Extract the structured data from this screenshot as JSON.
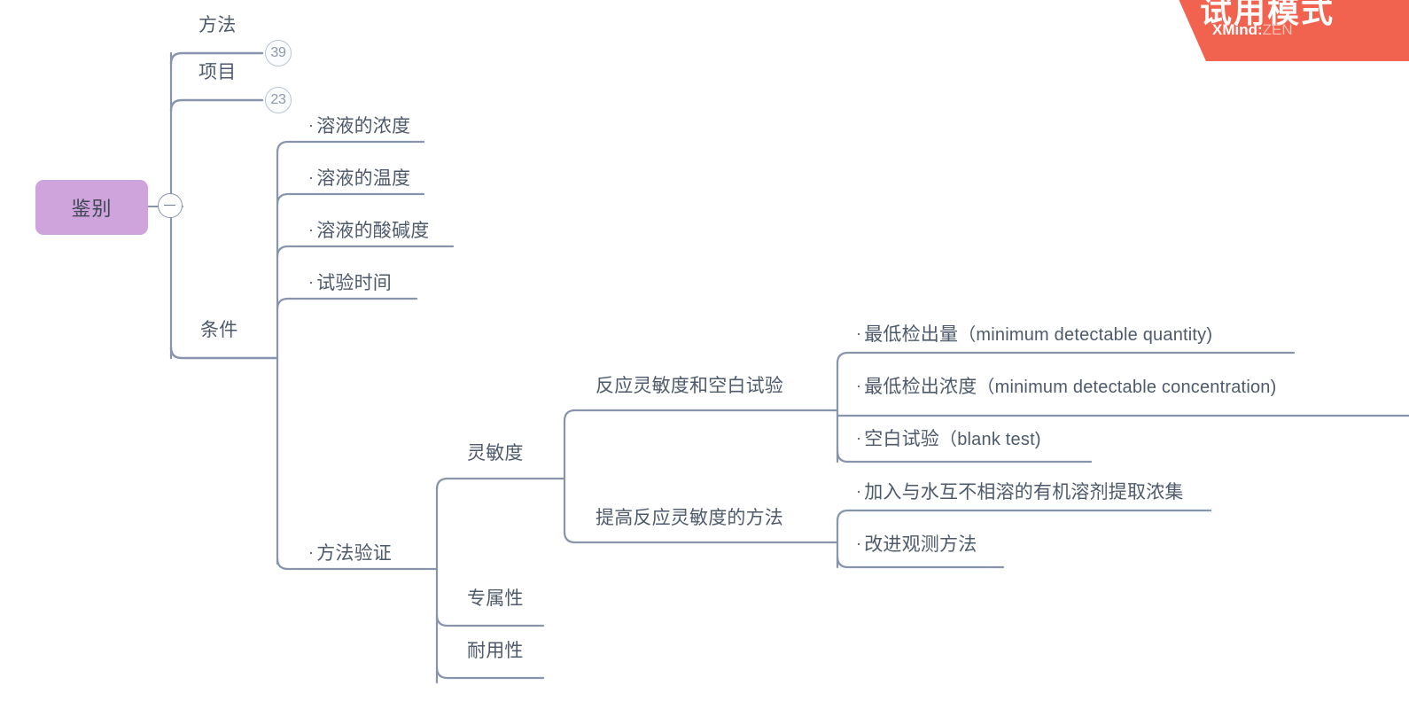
{
  "app": {
    "name": "XMind: ZEN",
    "watermark": {
      "title": "试用模式",
      "brand_bold": "XMind:",
      "brand_light": "ZEN",
      "banner_color": "#f2634f"
    }
  },
  "theme": {
    "root_fill": "#cfa3dc",
    "root_text_color": "#3f4654",
    "line_color": "#8894ab",
    "text_color": "#4e5a6b",
    "badge_border": "#b9c4d4",
    "badge_text": "#8d99ab",
    "background": "#ffffff"
  },
  "controls": {
    "collapse_toggle": "−"
  },
  "mindmap": {
    "root": {
      "label": "鉴别"
    },
    "branches": [
      {
        "id": "fangfa",
        "label": "方法",
        "badge": "39",
        "bullet": false
      },
      {
        "id": "xiangmu",
        "label": "项目",
        "badge": "23",
        "bullet": false
      },
      {
        "id": "tiaojian",
        "label": "条件",
        "badge": null,
        "bullet": false,
        "children": [
          {
            "id": "nongdu",
            "label": "溶液的浓度",
            "bullet": true
          },
          {
            "id": "wendu",
            "label": "溶液的温度",
            "bullet": true
          },
          {
            "id": "suanjian",
            "label": "溶液的酸碱度",
            "bullet": true
          },
          {
            "id": "shijian",
            "label": "试验时间",
            "bullet": true
          },
          {
            "id": "fangfayanzheng",
            "label": "方法验证",
            "bullet": true,
            "children": [
              {
                "id": "lingmindu",
                "label": "灵敏度",
                "bullet": false,
                "children": [
                  {
                    "id": "fanying-lingmindu",
                    "label": "反应灵敏度和空白试验",
                    "bullet": false,
                    "children": [
                      {
                        "id": "min-quantity",
                        "label": "最低检出量（minimum detectable quantity)",
                        "bullet": true
                      },
                      {
                        "id": "min-concentration",
                        "label": "最低检出浓度（minimum detectable concentration)",
                        "bullet": true
                      },
                      {
                        "id": "blank-test",
                        "label": "空白试验（blank test)",
                        "bullet": true
                      }
                    ]
                  },
                  {
                    "id": "tigao-fangfa",
                    "label": "提高反应灵敏度的方法",
                    "bullet": false,
                    "children": [
                      {
                        "id": "youji-rongji",
                        "label": "加入与水互不相溶的有机溶剂提取浓集",
                        "bullet": true
                      },
                      {
                        "id": "gaijin-guance",
                        "label": "改进观测方法",
                        "bullet": true
                      }
                    ]
                  }
                ]
              },
              {
                "id": "zhuanshuxing",
                "label": "专属性",
                "bullet": false
              },
              {
                "id": "naiyongxing",
                "label": "耐用性",
                "bullet": false
              }
            ]
          }
        ]
      }
    ]
  },
  "labels": {
    "fangfa": "方法",
    "xiangmu": "项目",
    "tiaojian": "条件",
    "nongdu": "溶液的浓度",
    "wendu": "溶液的温度",
    "suanjian": "溶液的酸碱度",
    "shijian": "试验时间",
    "fangfayanzheng": "方法验证",
    "lingmindu": "灵敏度",
    "zhuanshuxing": "专属性",
    "naiyongxing": "耐用性",
    "fanying_lingmindu": "反应灵敏度和空白试验",
    "tigao_fangfa": "提高反应灵敏度的方法",
    "min_quantity_cn": "最低检出量",
    "min_quantity_en": "（minimum detectable quantity)",
    "min_concentration_cn": "最低检出浓度",
    "min_concentration_en": "（minimum detectable concentration)",
    "blank_test_cn": "空白试验",
    "blank_test_en": "（blank test)",
    "youji_rongji": "加入与水互不相溶的有机溶剂提取浓集",
    "gaijin_guance": "改进观测方法",
    "bullet": "·",
    "badge_39": "39",
    "badge_23": "23",
    "root": "鉴别"
  }
}
